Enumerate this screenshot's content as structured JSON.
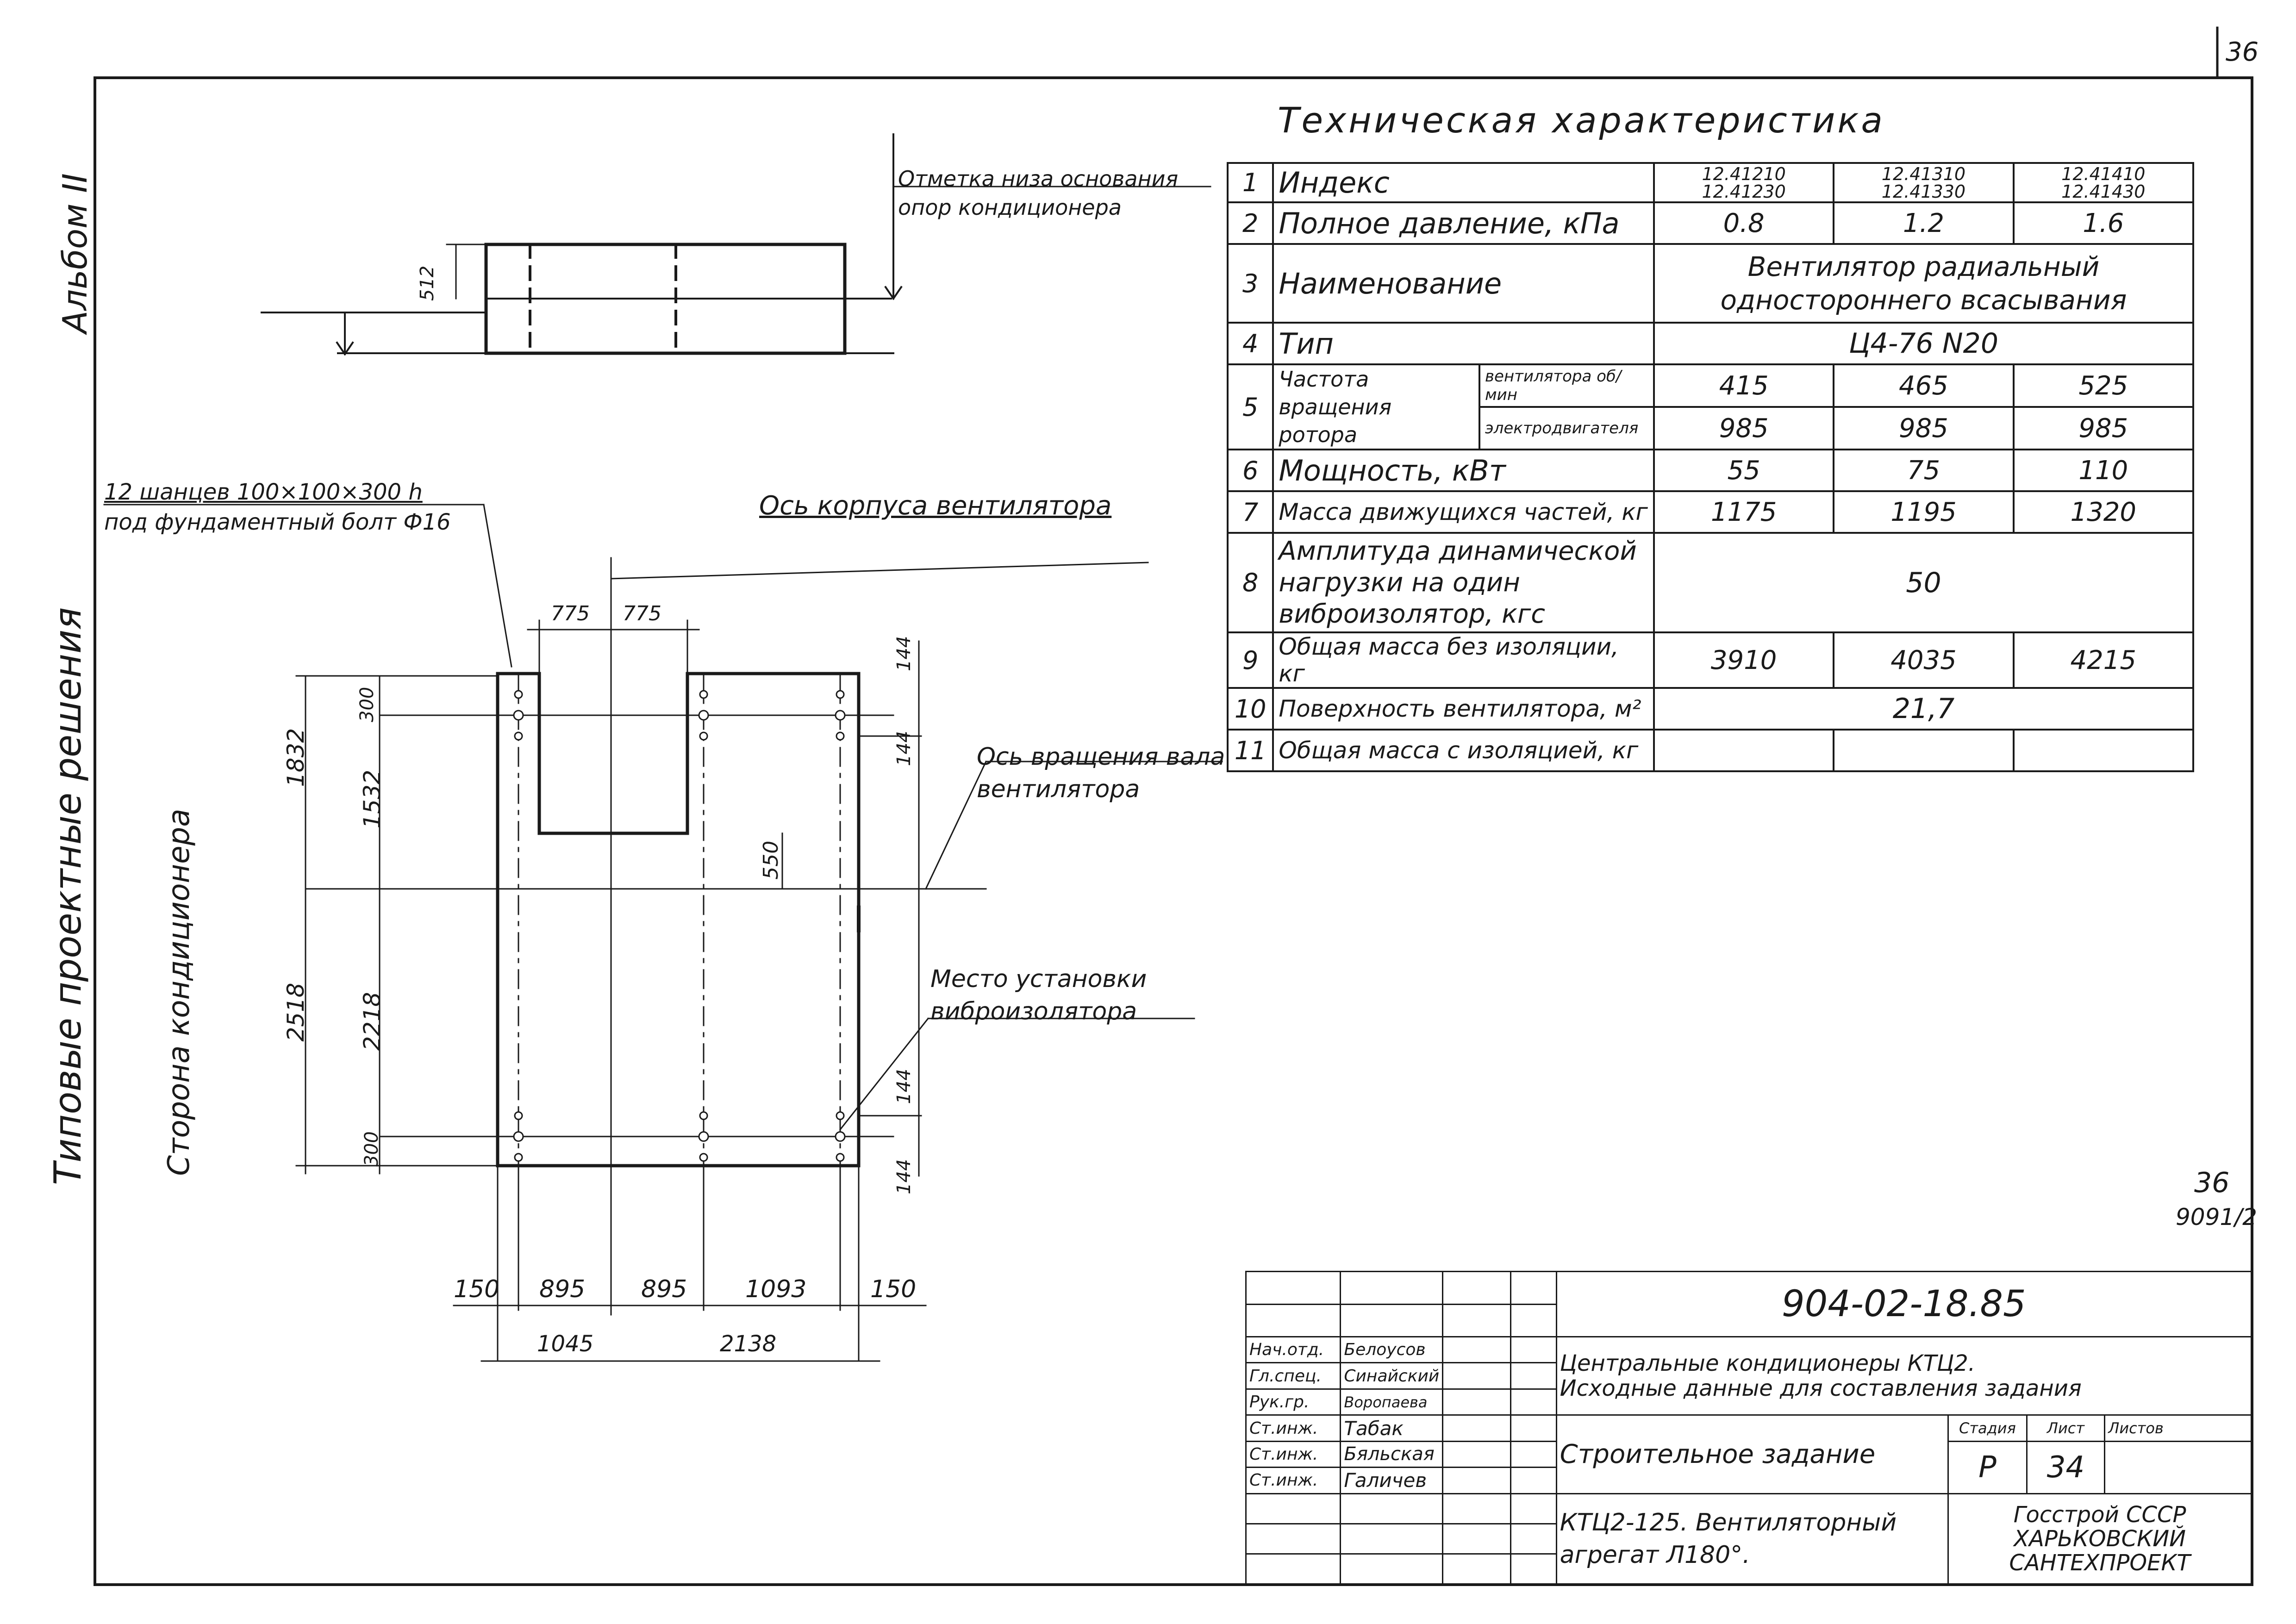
{
  "sheet": {
    "corner_number": "36",
    "album_label": "Альбом II",
    "series_label": "Типовые проектные решения",
    "bottom_ref_number": "36",
    "bottom_ref_code": "9091/2"
  },
  "spec_table": {
    "title": "Техническая характеристика",
    "rows": [
      {
        "num": "1",
        "name": "Индекс",
        "cols": [
          "12.41210\n12.41230",
          "12.41310\n12.41330",
          "12.41410\n12.41430"
        ]
      },
      {
        "num": "2",
        "name": "Полное давление, кПа",
        "cols": [
          "0.8",
          "1.2",
          "1.6"
        ]
      },
      {
        "num": "3",
        "name": "Наименование",
        "merged": "Вентилятор радиальный одностороннего всасывания"
      },
      {
        "num": "4",
        "name": "Тип",
        "merged": "Ц4-76 N20"
      },
      {
        "num": "5",
        "name": "Частота вращения ротора",
        "sub": [
          {
            "label": "вентилятора об/мин",
            "cols": [
              "415",
              "465",
              "525"
            ]
          },
          {
            "label": "электродвигателя",
            "cols": [
              "985",
              "985",
              "985"
            ]
          }
        ]
      },
      {
        "num": "6",
        "name": "Мощность, кВт",
        "cols": [
          "55",
          "75",
          "110"
        ]
      },
      {
        "num": "7",
        "name": "Масса движущихся частей, кг",
        "cols": [
          "1175",
          "1195",
          "1320"
        ]
      },
      {
        "num": "8",
        "name": "Амплитуда динамической нагрузки на один виброизолятор, кгс",
        "merged": "50"
      },
      {
        "num": "9",
        "name": "Общая масса без изоляции, кг",
        "cols": [
          "3910",
          "4035",
          "4215"
        ]
      },
      {
        "num": "10",
        "name": "Поверхность вентилятора, м²",
        "merged": "21,7"
      },
      {
        "num": "11",
        "name": "Общая масса с изоляцией, кг",
        "cols": [
          "",
          "",
          ""
        ]
      }
    ]
  },
  "drawing": {
    "top_label": "Отметка низа основания опор кондиционера",
    "top_dim": "512",
    "bolt_note_1": "12 шанцев 100×100×300 h",
    "bolt_note_2": "под фундаментный болт Ф16",
    "axis_housing": "Ось корпуса вентилятора",
    "axis_rotation": "Ось вращения вала вентилятора",
    "isolator_place": "Место установки виброизолятора",
    "conditioner_side": "Сторона кондиционера",
    "dims": {
      "top_left": "775",
      "top_right": "775",
      "left_outer_1": "1832",
      "left_outer_2": "2518",
      "left_inner_1": "300",
      "left_inner_2": "1532",
      "left_inner_3": "2218",
      "left_inner_4": "300",
      "right_1": "144",
      "right_2": "144",
      "right_3": "144",
      "right_4": "144",
      "notch": "550",
      "bottom_row1": [
        "150",
        "895",
        "895",
        "1093",
        "150"
      ],
      "bottom_row2": [
        "1045",
        "2138"
      ]
    }
  },
  "stamp": {
    "doc_number": "904-02-18.85",
    "title_1": "Центральные кондиционеры КТЦ2.",
    "title_2": "Исходные данные для составления задания",
    "task": "Строительное задание",
    "stage_header": "Стадия",
    "sheet_header": "Лист",
    "sheets_header": "Листов",
    "stage": "Р",
    "sheet_no": "34",
    "item_1": "КТЦ2-125. Вентиляторный",
    "item_2": "агрегат Л180°.",
    "org_1": "Госстрой СССР",
    "org_2": "ХАРЬКОВСКИЙ",
    "org_3": "САНТЕХПРОЕКТ",
    "people": [
      {
        "role": "Нач.отд.",
        "name": "Белоусов"
      },
      {
        "role": "Гл.спец.",
        "name": "Синайский"
      },
      {
        "role": "Рук.гр.",
        "name": "Воропаева"
      },
      {
        "role": "Ст.инж.",
        "name": "Табак"
      },
      {
        "role": "Ст.инж.",
        "name": "Бяльская"
      },
      {
        "role": "Ст.инж.",
        "name": "Галичев"
      }
    ]
  },
  "colors": {
    "ink": "#1a1a1a",
    "paper": "#ffffff"
  }
}
